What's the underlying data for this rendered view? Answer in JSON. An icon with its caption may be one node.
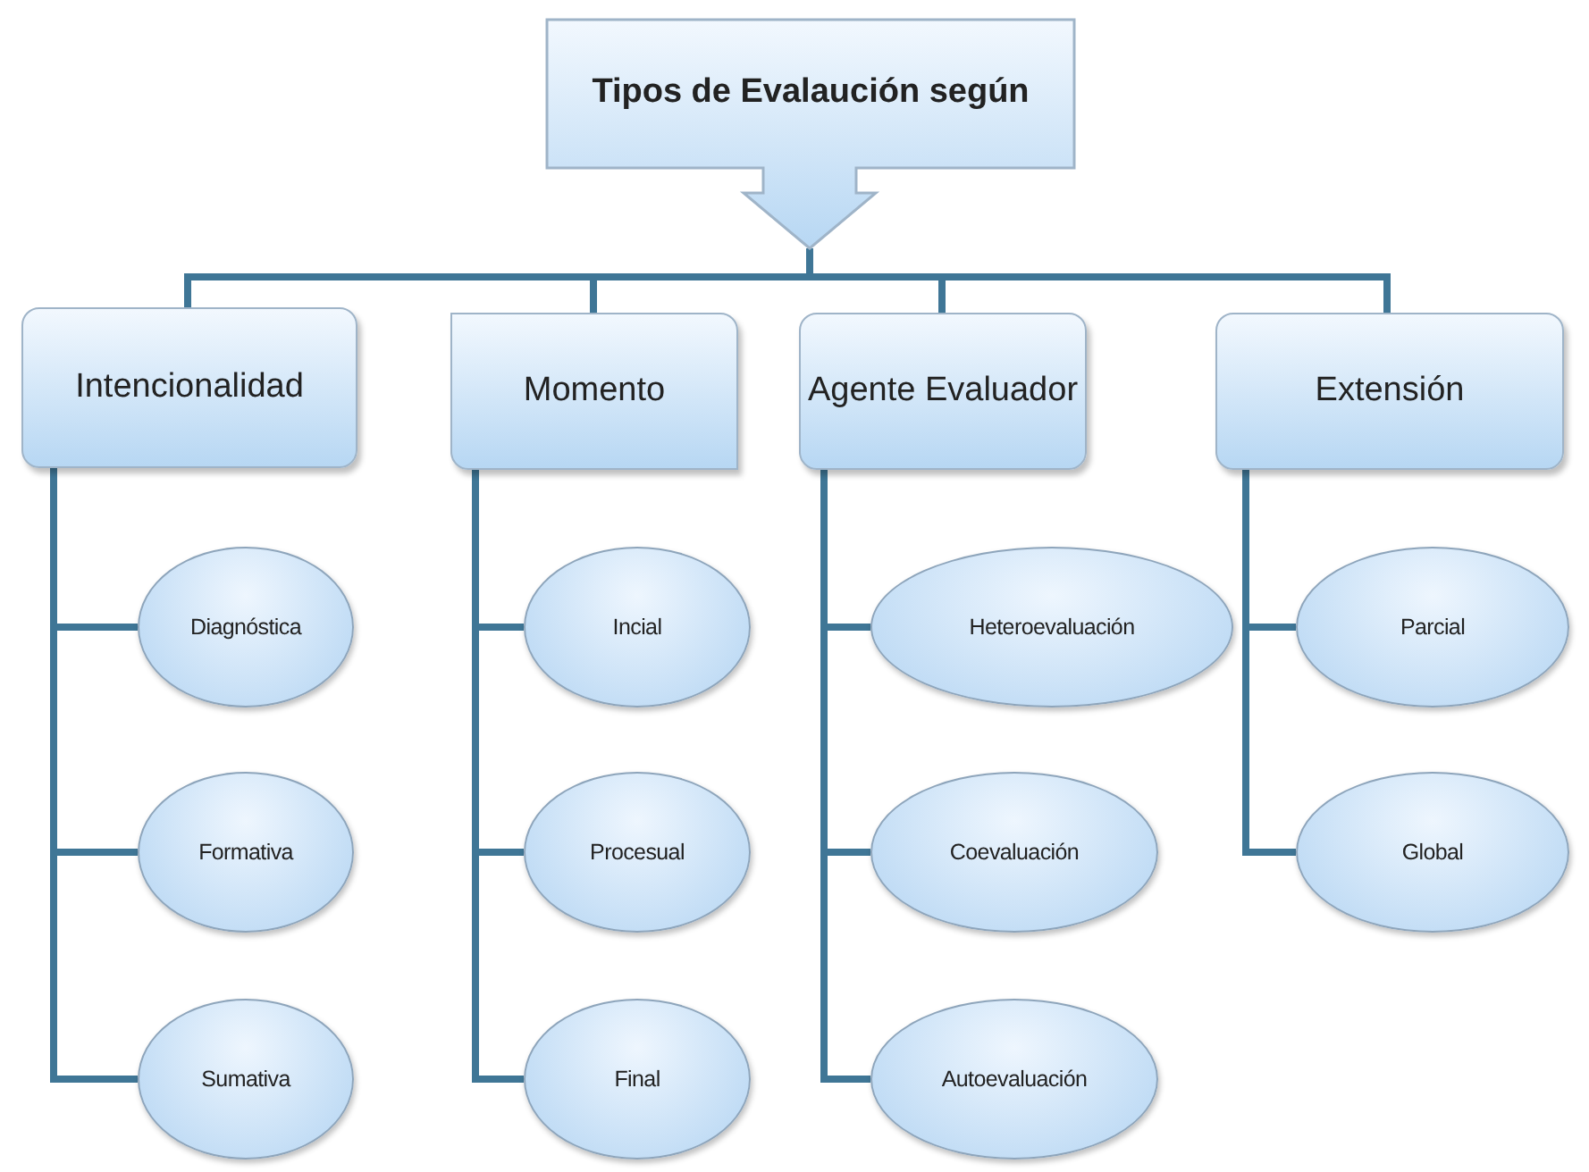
{
  "diagram": {
    "nodes": [
      {
        "text": [
          "Tipos de Evalaución según"
        ]
      },
      {
        "text": [
          "Intencionalidad"
        ]
      },
      {
        "text": [
          "Momento"
        ]
      },
      {
        "text": [
          "Agente Evaluador"
        ]
      },
      {
        "text": [
          "Extensión"
        ]
      },
      {
        "text": [
          "Diagnóstica"
        ]
      },
      {
        "text": [
          "Formativa"
        ]
      },
      {
        "text": [
          "Sumativa"
        ]
      },
      {
        "text": [
          "Incial"
        ]
      },
      {
        "text": [
          "Procesual"
        ]
      },
      {
        "text": [
          "Final"
        ]
      },
      {
        "text": [
          "Heteroevaluación"
        ]
      },
      {
        "text": [
          "Coevaluación"
        ]
      },
      {
        "text": [
          "Autoevaluación"
        ]
      },
      {
        "text": [
          "Parcial"
        ]
      },
      {
        "text": [
          "Global"
        ]
      }
    ],
    "edges": [
      {
        "from": 0,
        "to": 1,
        "arrow": "none"
      },
      {
        "from": 0,
        "to": 2,
        "arrow": "none"
      },
      {
        "from": 0,
        "to": 3,
        "arrow": "none"
      },
      {
        "from": 0,
        "to": 4,
        "arrow": "none"
      },
      {
        "from": 1,
        "to": 5,
        "arrow": "none"
      },
      {
        "from": 1,
        "to": 6,
        "arrow": "none"
      },
      {
        "from": 1,
        "to": 7,
        "arrow": "none"
      },
      {
        "from": 2,
        "to": 8,
        "arrow": "none"
      },
      {
        "from": 2,
        "to": 9,
        "arrow": "none"
      },
      {
        "from": 2,
        "to": 10,
        "arrow": "none"
      },
      {
        "from": 3,
        "to": 11,
        "arrow": "none"
      },
      {
        "from": 3,
        "to": 12,
        "arrow": "none"
      },
      {
        "from": 3,
        "to": 13,
        "arrow": "none"
      },
      {
        "from": 4,
        "to": 14,
        "arrow": "none"
      },
      {
        "from": 4,
        "to": 15,
        "arrow": "none"
      }
    ]
  }
}
